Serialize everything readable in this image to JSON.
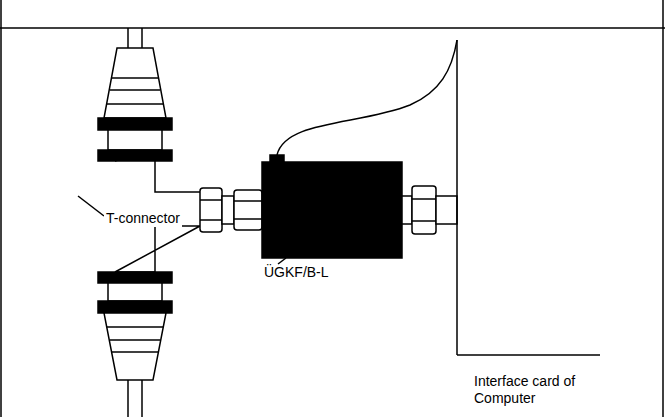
{
  "diagram": {
    "labels": [
      "T-connector",
      "ÜGKF/B-L",
      "Interface card of Computer"
    ]
  }
}
